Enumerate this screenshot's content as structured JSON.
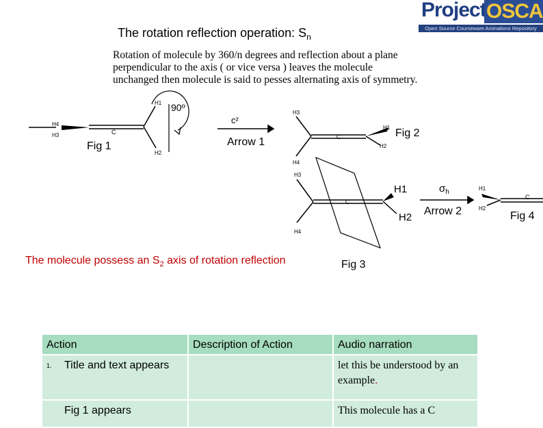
{
  "header": {
    "title_prefix": "The rotation reflection operation: S",
    "title_sub": "n",
    "logo_word1": "Project",
    "logo_word2": "OSCAR",
    "logo_tagline": "Open Source Courseware Animations Repository"
  },
  "body_text": "Rotation of molecule by 360/n degrees and reflection about a plane perpendicular to the axis  ( or vice versa ) leaves the molecule unchanged then molecule is said to pesses alternating axis of symmetry.",
  "figure": {
    "angle_label": "90º",
    "rotation_label": "c²",
    "arrow1_label": "Arrow 1",
    "fig1_label": "Fig 1",
    "fig2_label": "Fig 2",
    "sigma_label": "σh",
    "arrow2_label": "Arrow 2",
    "fig3_label": "Fig 3",
    "fig4_label": "Fig 4",
    "atoms": {
      "h1": "H1",
      "h2": "H2",
      "h3": "H3",
      "h4": "H4",
      "c": "C"
    }
  },
  "conclusion": {
    "prefix": "The molecule possess an S",
    "sub": "2",
    "suffix": " axis of rotation reflection"
  },
  "table": {
    "headers": [
      "Action",
      "Description of Action",
      "Audio narration"
    ],
    "rows": [
      {
        "num": "1.",
        "action": "Title and text appears",
        "description": "",
        "narration": "let this be understood by an example",
        "narration_end": "."
      },
      {
        "num": "",
        "action": "Fig 1 appears",
        "description": "",
        "narration": "This molecule has a C",
        "narration_end": ""
      }
    ]
  },
  "colors": {
    "red": "#c00000",
    "table_header": "#a6dcbf",
    "table_cell": "#d1ecdd",
    "logo_blue": "#23407f",
    "logo_yellow": "#f0c53a"
  }
}
